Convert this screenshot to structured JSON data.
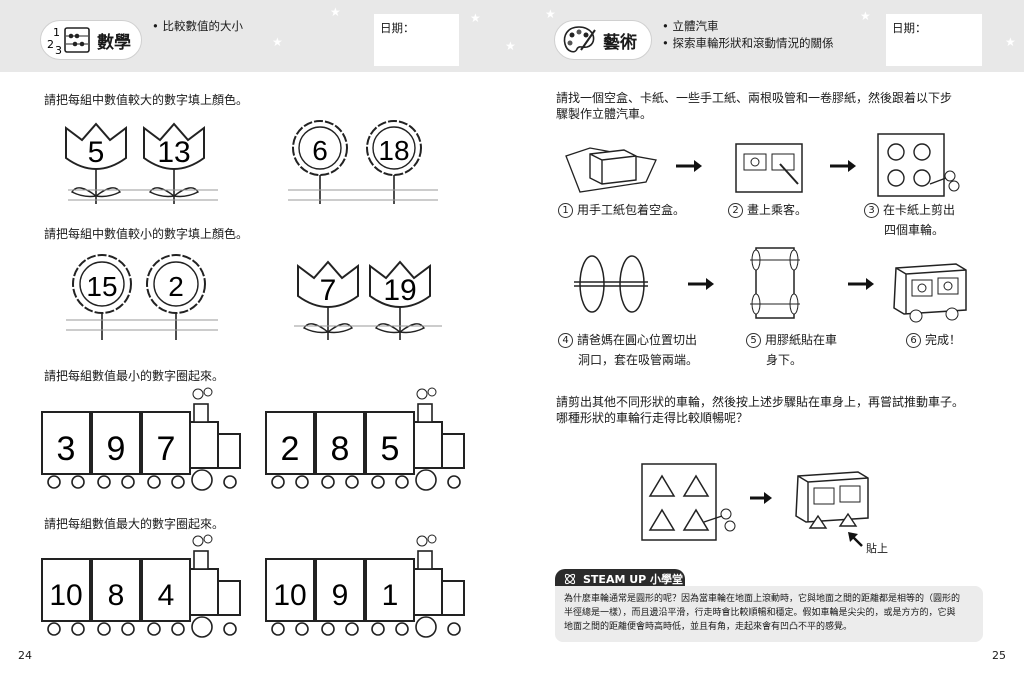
{
  "left": {
    "header": {
      "subject": "數學",
      "topic_items": [
        "比較數值的大小"
      ],
      "date_label": "日期："
    },
    "q1": {
      "text": "請把每組中數值較大的數字填上顏色。",
      "group1": [
        "5",
        "13"
      ],
      "group2": [
        "6",
        "18"
      ]
    },
    "q2": {
      "text": "請把每組中數值較小的數字填上顏色。",
      "group1": [
        "15",
        "2"
      ],
      "group2": [
        "7",
        "19"
      ]
    },
    "q3": {
      "text": "請把每組數值最小的數字圈起來。",
      "train1": [
        "3",
        "9",
        "7"
      ],
      "train2": [
        "2",
        "8",
        "5"
      ]
    },
    "q4": {
      "text": "請把每組數值最大的數字圈起來。",
      "train1": [
        "10",
        "8",
        "4"
      ],
      "train2": [
        "10",
        "9",
        "1"
      ]
    },
    "page_number": "24"
  },
  "right": {
    "header": {
      "subject": "藝術",
      "topic_items": [
        "立體汽車",
        "探索車輪形狀和滾動情況的關係"
      ],
      "date_label": "日期："
    },
    "instructions": [
      "請找一個空盒、卡紙、一些手工紙、兩根吸管和一卷膠紙，然後跟着以下步",
      "驟製作立體汽車。"
    ],
    "steps": [
      {
        "num": "1",
        "text": "用手工紙包着空盒。"
      },
      {
        "num": "2",
        "text": "畫上乘客。"
      },
      {
        "num": "3",
        "text": "在卡紙上剪出",
        "text2": "四個車輪。"
      },
      {
        "num": "4",
        "text": "請爸媽在圓心位置切出",
        "text2": "洞口，套在吸管兩端。"
      },
      {
        "num": "5",
        "text": "用膠紙貼在車",
        "text2": "身下。"
      },
      {
        "num": "6",
        "text": "完成！"
      }
    ],
    "question": [
      "請剪出其他不同形狀的車輪，然後按上述步驟貼在車身上，再嘗試推動車子。",
      "哪種形狀的車輪行走得比較順暢呢？"
    ],
    "stick_label": "貼上",
    "steam": {
      "title": "STEAM UP 小學堂",
      "lines": [
        "為什麼車輪通常是圓形的呢？因為當車輪在地面上滾動時，它與地面之間的距離都是相等的（圓形的",
        "半徑總是一樣），而且邊沿平滑，行走時會比較順暢和穩定。假如車輪是尖尖的，或是方方的，它與",
        "地面之間的距離便會時高時低，並且有角，走起來會有凹凸不平的感覺。"
      ]
    },
    "page_number": "25"
  }
}
